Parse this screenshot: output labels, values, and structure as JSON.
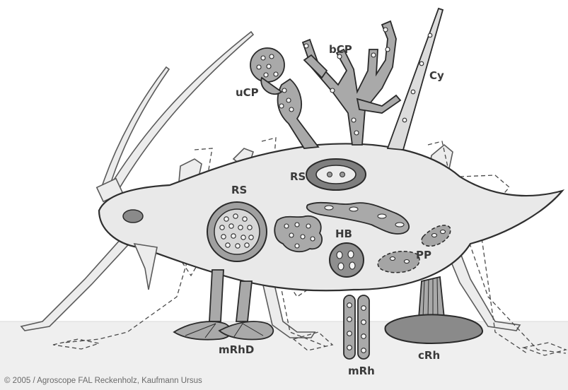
{
  "labels": {
    "uCP": "uCP",
    "bCP": "bCP",
    "Cy": "Cy",
    "RS_top": "RS",
    "RS_left": "RS",
    "HB": "HB",
    "PP": "PP",
    "mRhD": "mRhD",
    "mRh": "mRh",
    "cRh": "cRh"
  },
  "credit": "© 2005 / Agroscope FAL Reckenholz, Kaufmann Ursus",
  "colors": {
    "body_fill": "#e9e9e9",
    "outline": "#2f2f2f",
    "structure_dark": "#8a8a8a",
    "structure_mid": "#a9a9a9",
    "ground": "#efefef"
  }
}
